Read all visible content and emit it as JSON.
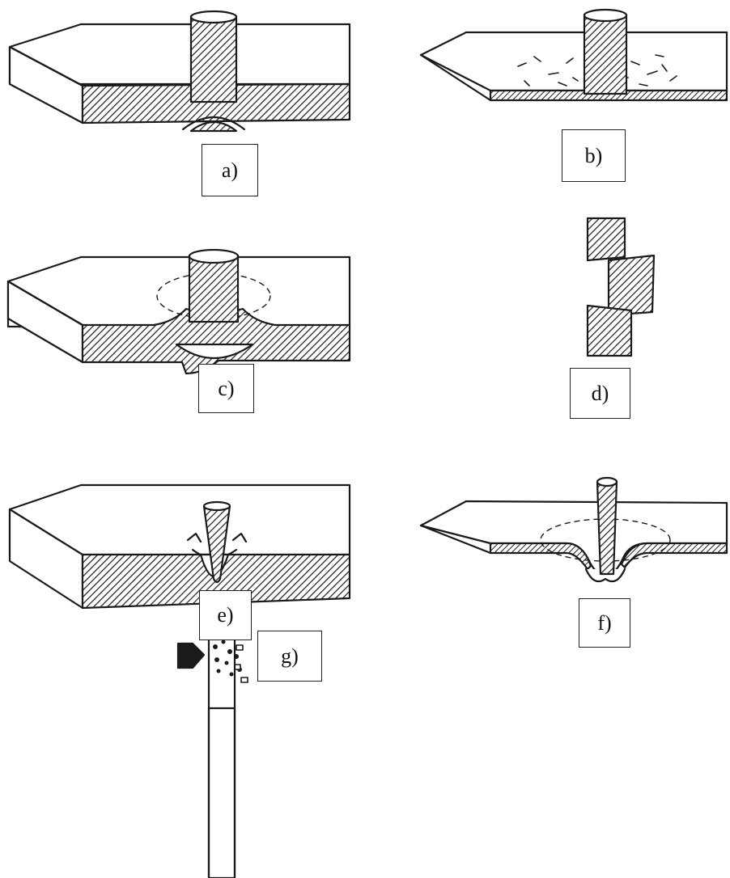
{
  "labels": {
    "a": "a)",
    "b": "b)",
    "c": "c)",
    "d": "d)",
    "e": "e)",
    "f": "f)",
    "g": "g)"
  },
  "colors": {
    "ink": "#1a1a1a",
    "paper": "#ffffff"
  }
}
